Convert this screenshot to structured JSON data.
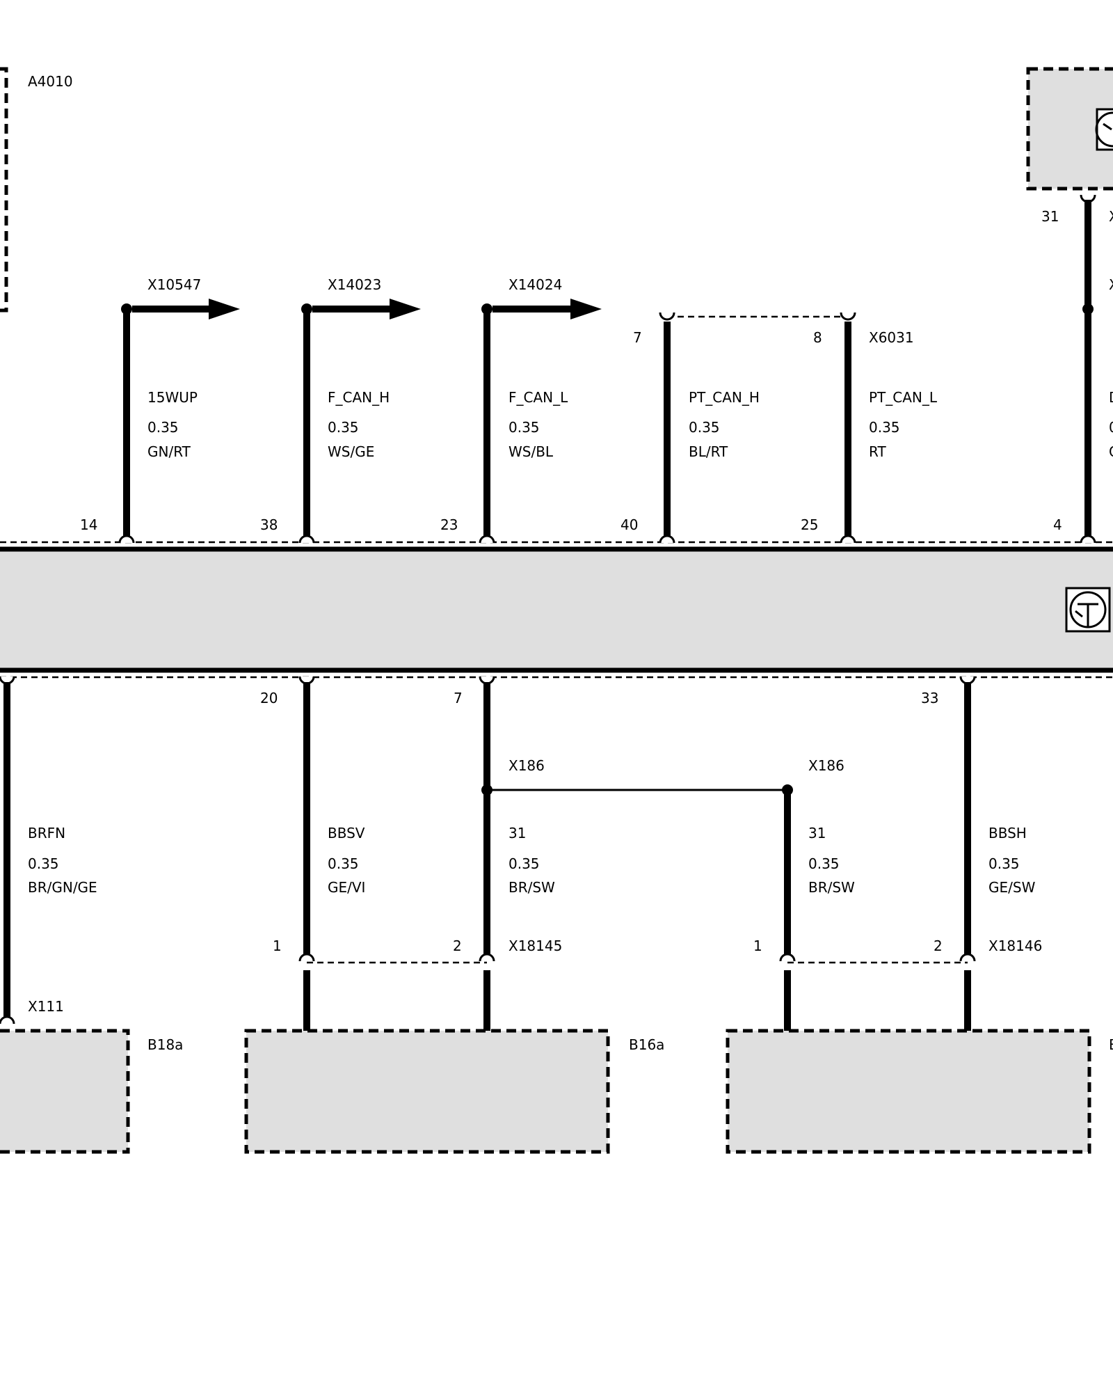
{
  "components": {
    "a4010": "A4010",
    "b18a": "B18a",
    "b16a": "B16a",
    "b_right": "B"
  },
  "connectors": {
    "x10547": "X10547",
    "x14023": "X14023",
    "x14024": "X14024",
    "x6031": "X6031",
    "x186_a": "X186",
    "x186_b": "X186",
    "x18145": "X18145",
    "x18146": "X18146",
    "x111": "X111",
    "x_right_top": "X",
    "x_right_mid": "X"
  },
  "top_pins": [
    "14",
    "38",
    "23",
    "40",
    "25",
    "4"
  ],
  "bottom_pins": [
    "20",
    "7",
    "33"
  ],
  "misc_pins": {
    "pin_31_top": "31",
    "x6031_pin7": "7",
    "x6031_pin8": "8",
    "x18145_pin1": "1",
    "x18145_pin2": "2",
    "x18146_pin1": "1",
    "x18146_pin2": "2"
  },
  "top_wires": [
    {
      "signal": "15WUP",
      "gauge": "0.35",
      "color": "GN/RT"
    },
    {
      "signal": "F_CAN_H",
      "gauge": "0.35",
      "color": "WS/GE"
    },
    {
      "signal": "F_CAN_L",
      "gauge": "0.35",
      "color": "WS/BL"
    },
    {
      "signal": "PT_CAN_H",
      "gauge": "0.35",
      "color": "BL/RT"
    },
    {
      "signal": "PT_CAN_L",
      "gauge": "0.35",
      "color": "RT"
    },
    {
      "signal": "D",
      "gauge": "0",
      "color": "G"
    }
  ],
  "bottom_wires": [
    {
      "signal": "BRFN",
      "gauge": "0.35",
      "color": "BR/GN/GE"
    },
    {
      "signal": "BBSV",
      "gauge": "0.35",
      "color": "GE/VI"
    },
    {
      "signal": "31",
      "gauge": "0.35",
      "color": "BR/SW"
    },
    {
      "signal": "31",
      "gauge": "0.35",
      "color": "BR/SW"
    },
    {
      "signal": "BBSH",
      "gauge": "0.35",
      "color": "GE/SW"
    }
  ],
  "icons": {
    "module": "ground-transistor-icon",
    "top_right_module": "ground-transistor-icon"
  },
  "colors": {
    "module_fill": "#dfdfdf",
    "line": "#000000"
  }
}
